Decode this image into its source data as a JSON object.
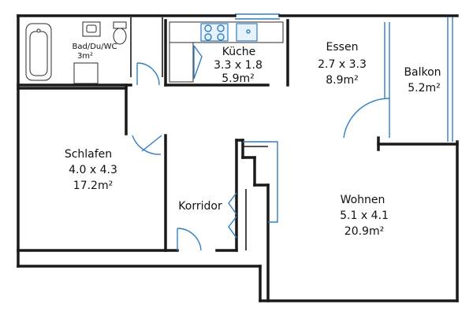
{
  "rooms": {
    "bad": {
      "name": "Bad/Du/WC",
      "area": "3m²"
    },
    "kueche": {
      "name": "Küche",
      "size": "3.3 x 1.8",
      "area": "5.9m²"
    },
    "essen": {
      "name": "Essen",
      "size": "2.7 x 3.3",
      "area": "8.9m²"
    },
    "balkon": {
      "name": "Balkon",
      "area": "5.2m²"
    },
    "schlafen": {
      "name": "Schlafen",
      "size": "4.0 x 4.3",
      "area": "17.2m²"
    },
    "korridor": {
      "name": "Korridor"
    },
    "wohnen": {
      "name": "Wohnen",
      "size": "5.1 x 4.1",
      "area": "20.9m²"
    }
  },
  "colors": {
    "wall": "#1a1a1a",
    "window": "#2f7fc4",
    "background": "#ffffff"
  }
}
